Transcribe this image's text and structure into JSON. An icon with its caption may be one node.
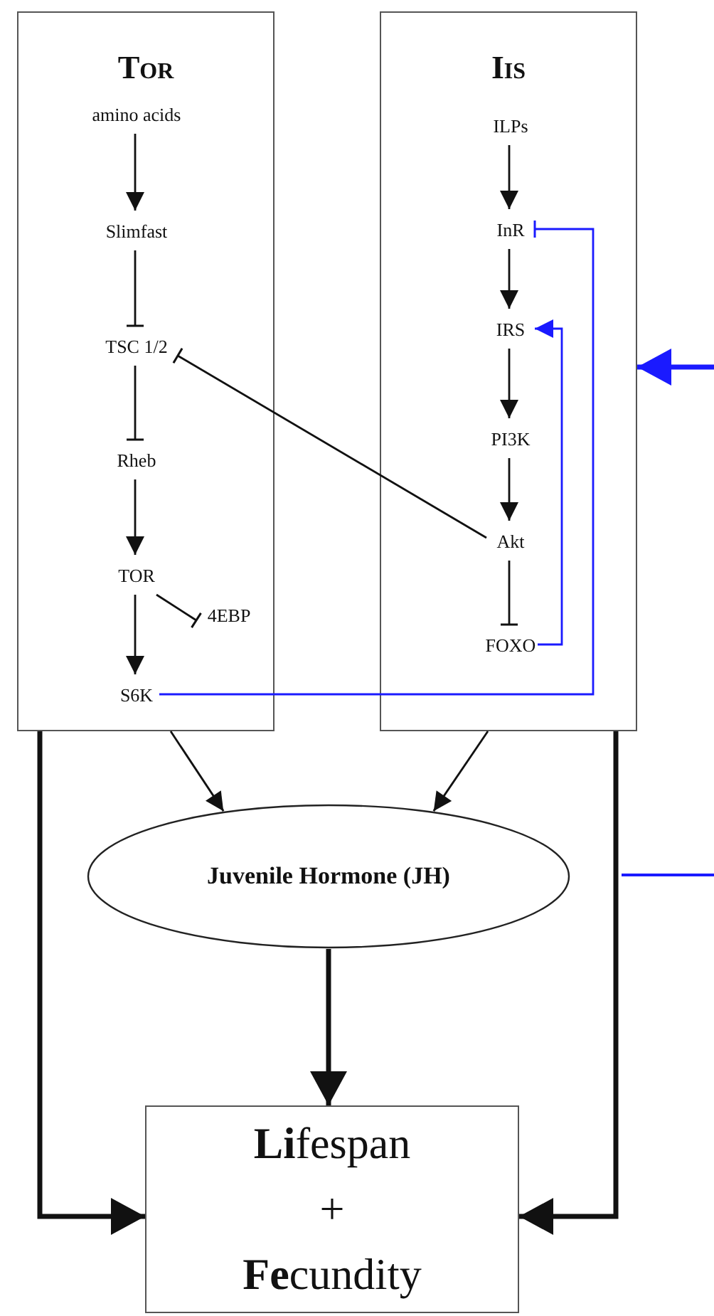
{
  "diagram": {
    "nodes": [
      {
        "text": [
          "TOR"
        ]
      },
      {
        "text": [
          "amino acids"
        ],
        "in": 0
      },
      {
        "text": [
          "Slimfast"
        ],
        "in": 0
      },
      {
        "text": [
          "TSC 1/2"
        ],
        "in": 0
      },
      {
        "text": [
          "Rheb"
        ],
        "in": 0
      },
      {
        "text": [
          "TOR"
        ],
        "in": 0
      },
      {
        "text": [
          "4EBP"
        ],
        "in": 0
      },
      {
        "text": [
          "S6K"
        ],
        "in": 0
      },
      {
        "text": [
          "IIS"
        ]
      },
      {
        "text": [
          "ILPs"
        ],
        "in": 8
      },
      {
        "text": [
          "InR"
        ],
        "in": 8
      },
      {
        "text": [
          "IRS"
        ],
        "in": 8
      },
      {
        "text": [
          "PI3K"
        ],
        "in": 8
      },
      {
        "text": [
          "Akt"
        ],
        "in": 8
      },
      {
        "text": [
          "FOXO"
        ],
        "in": 8
      },
      {
        "text": [
          "Juvenile Hormone (JH)"
        ]
      },
      {
        "text": [
          "**Li**fespan",
          "+",
          "**Fe**cundity"
        ]
      }
    ],
    "edges": [
      {
        "from": 1,
        "to": 2,
        "arrow": "to"
      },
      {
        "from": 2,
        "to": 3,
        "arrow": "other"
      },
      {
        "from": 3,
        "to": 4,
        "arrow": "other"
      },
      {
        "from": 4,
        "to": 5,
        "arrow": "to"
      },
      {
        "from": 5,
        "to": 7,
        "arrow": "to"
      },
      {
        "from": 5,
        "to": 6,
        "arrow": "other"
      },
      {
        "from": 13,
        "to": 3,
        "arrow": "other"
      },
      {
        "from": 9,
        "to": 10,
        "arrow": "to"
      },
      {
        "from": 10,
        "to": 11,
        "arrow": "to"
      },
      {
        "from": 11,
        "to": 12,
        "arrow": "to"
      },
      {
        "from": 12,
        "to": 13,
        "arrow": "to"
      },
      {
        "from": 13,
        "to": 14,
        "arrow": "other"
      },
      {
        "from": 14,
        "to": 11,
        "arrow": "to",
        "color": "#1a1aff"
      },
      {
        "from": 7,
        "to": 10,
        "arrow": "other",
        "color": "#1a1aff"
      },
      {
        "from": 0,
        "to": 15,
        "arrow": "to"
      },
      {
        "from": 8,
        "to": 15,
        "arrow": "to"
      },
      {
        "from": 15,
        "to": 16,
        "arrow": "to",
        "style": "thick"
      },
      {
        "from": 0,
        "to": 16,
        "arrow": "to",
        "style": "thick"
      },
      {
        "from": 8,
        "to": 16,
        "arrow": "to",
        "style": "thick"
      },
      {
        "from": null,
        "to": 8,
        "arrow": "to",
        "style": "thick",
        "color": "#1a1aff"
      }
    ]
  }
}
